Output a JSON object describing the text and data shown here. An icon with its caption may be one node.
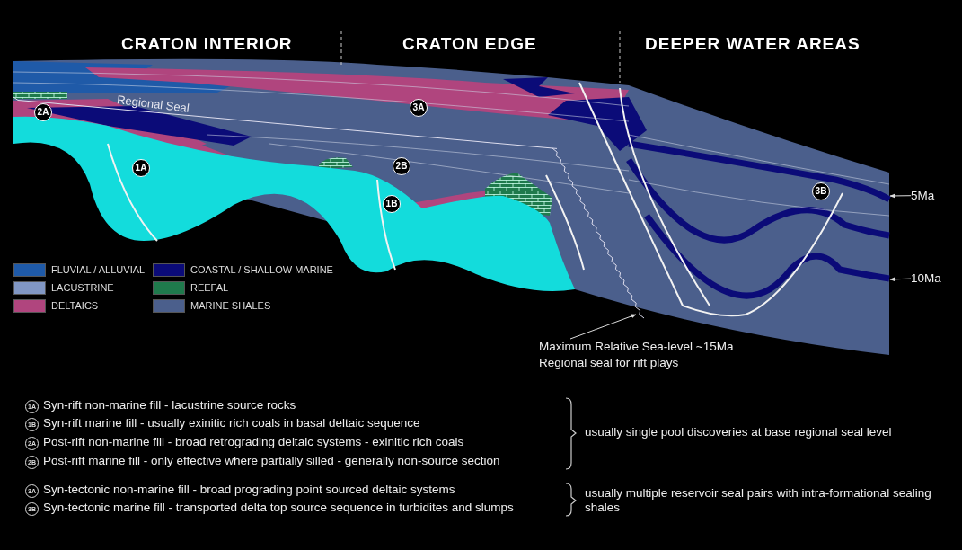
{
  "diagram": {
    "nodes": [
      {
        "text": [
          "Maximum Relative Sea-level ~15Ma Regional seal for rift plays"
        ]
      },
      {
        "text": [
          "5Ma"
        ]
      },
      {
        "text": [
          "10Ma"
        ]
      }
    ],
    "edges": [
      {
        "from": 0,
        "to": null,
        "arrow": "to"
      },
      {
        "from": 1,
        "to": null,
        "arrow": "to"
      },
      {
        "from": 2,
        "to": null,
        "arrow": "to"
      }
    ],
    "labels": [
      "CRATON INTERIOR",
      "CRATON EDGE",
      "DEEPER WATER AREAS",
      "Regional Seal",
      "2A",
      "3A",
      "1A",
      "2B",
      "1B",
      "3B",
      "1A",
      "Syn-rift non-marine fill - lacustrine source rocks",
      "1B",
      "Syn-rift marine fill - usually exinitic rich coals in basal deltaic sequence",
      "2A",
      "Post-rift non-marine fill - broad retrograding deltaic systems - exinitic rich coals",
      "2B",
      "Post-rift marine fill - only effective where partially silled - generally non-source section",
      "3A",
      "Syn-tectonic non-marine fill - broad prograding point sourced deltaic systems",
      "3B",
      "Syn-tectonic marine fill - transported delta top source sequence in turbidites and slumps",
      "usually single pool discoveries at base regional seal level",
      "usually multiple reservoir seal pairs with intra-formational sealing shales"
    ],
    "legend": [
      {
        "text": "FLUVIAL / ALLUVIAL",
        "color": "#1f5aa8"
      },
      {
        "text": "COASTAL  / SHALLOW MARINE",
        "color": "#0b0b78"
      },
      {
        "text": "LACUSTRINE",
        "color": "#8197c4"
      },
      {
        "text": "REEFAL",
        "color": "#1f7a4c"
      },
      {
        "text": "DELTAICS",
        "color": "#b0457e"
      },
      {
        "text": "MARINE SHALES",
        "color": "#4b5f8c"
      }
    ]
  }
}
